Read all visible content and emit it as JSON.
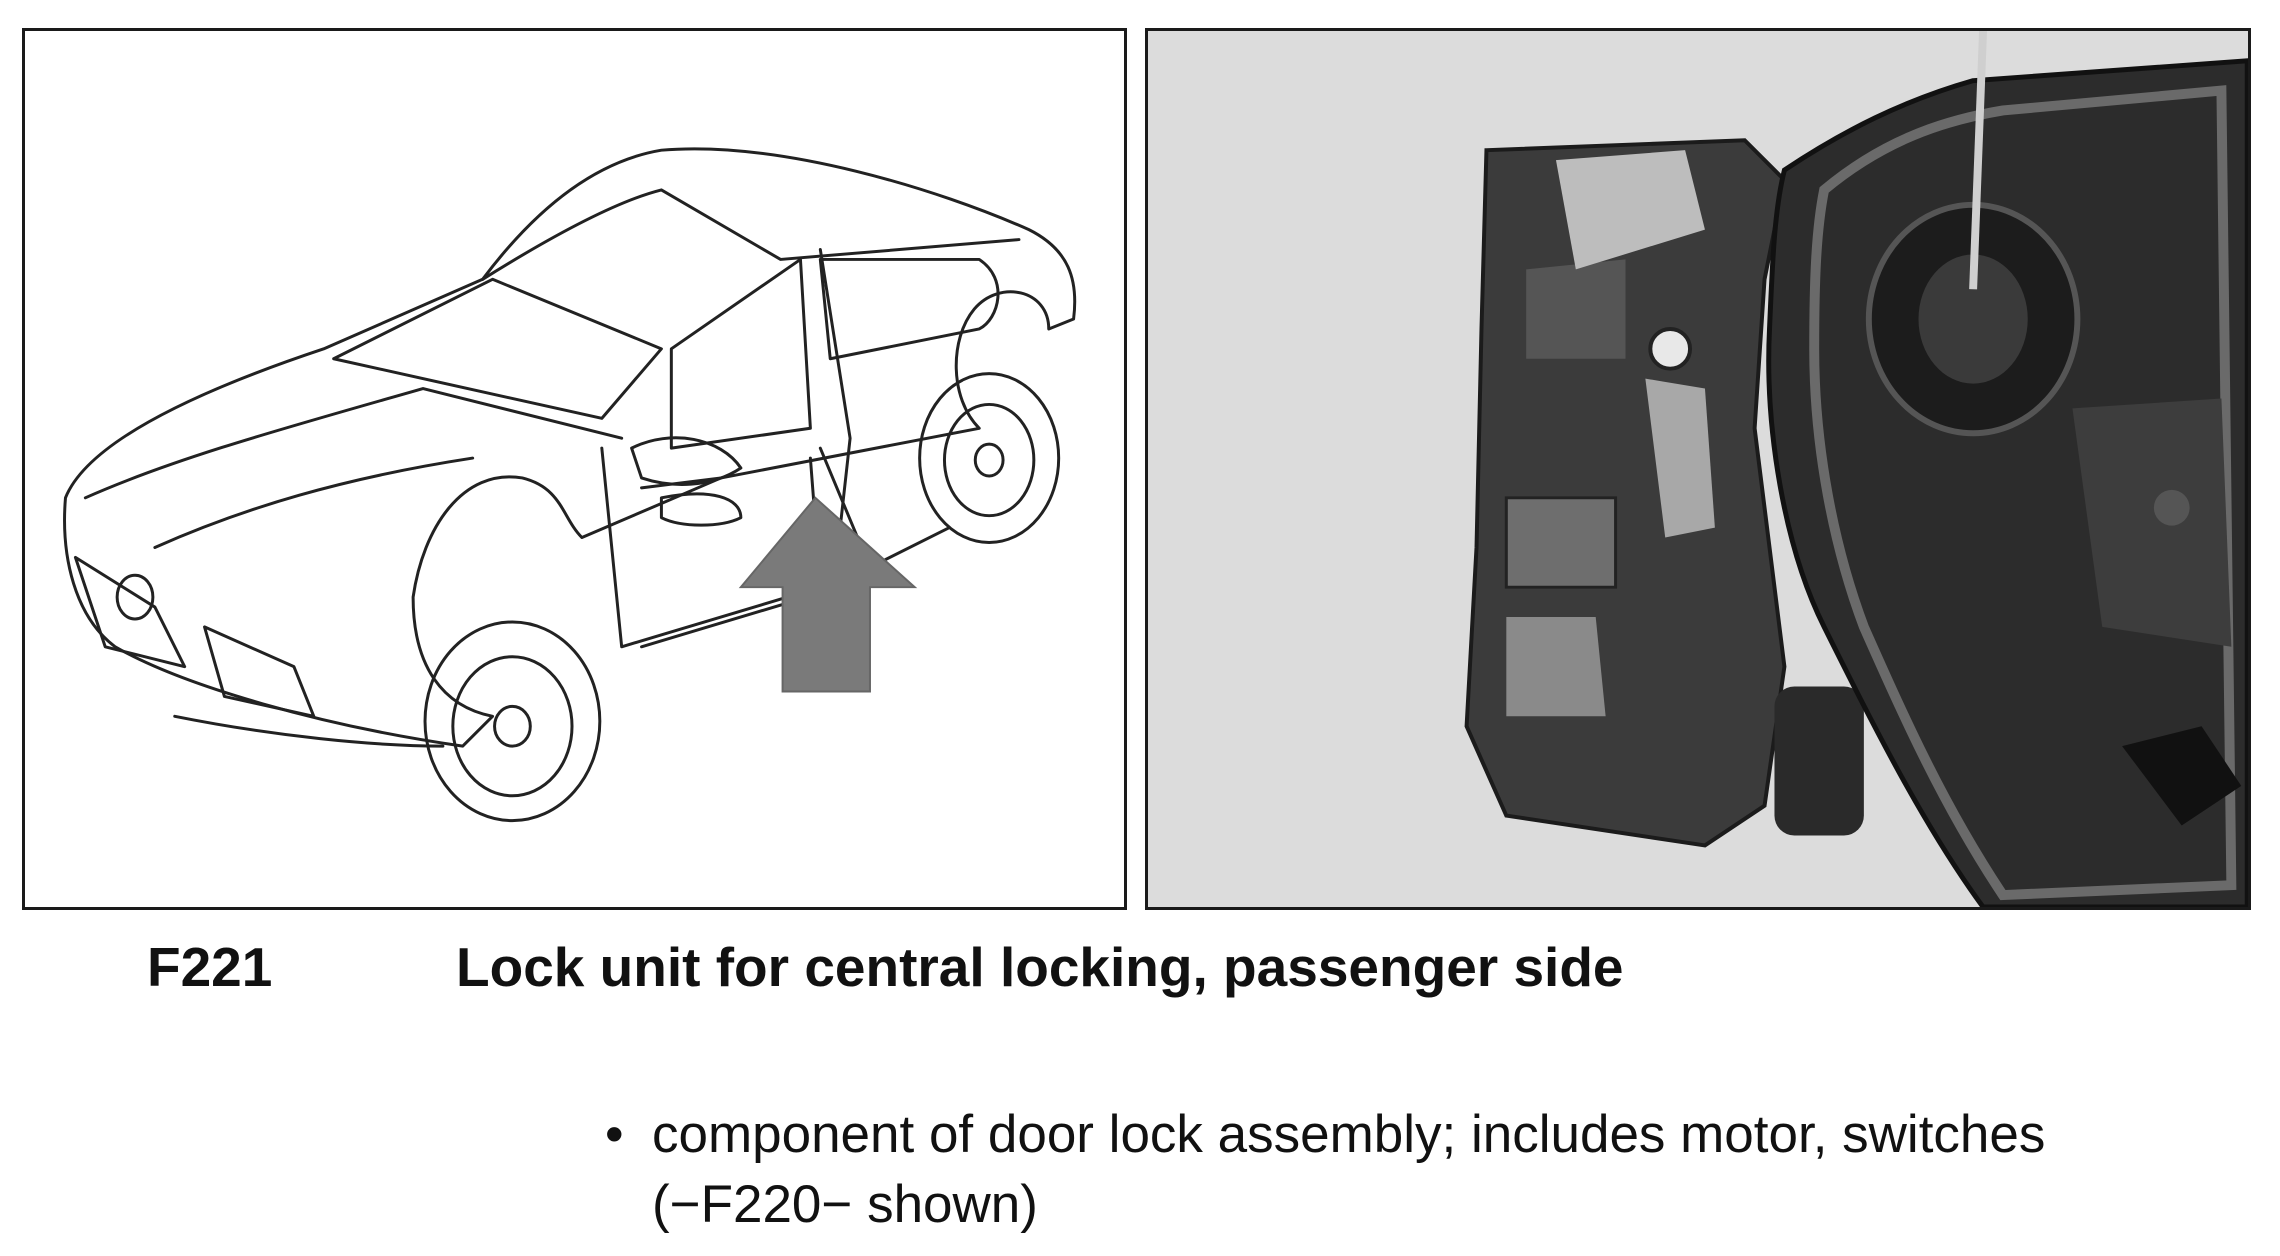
{
  "figure": {
    "left_image": "door-lock-location-illustration",
    "right_image": "door-lock-assembly-photo"
  },
  "caption": {
    "code": "F221",
    "title": "Lock unit for central locking, passenger side"
  },
  "notes": [
    {
      "bullet": "•",
      "text": "component of door lock assembly; includes motor, switches (−F220− shown)"
    }
  ],
  "colors": {
    "arrow": "#7a7a7a",
    "photo_background": "#dcdcdc",
    "border": "#1a1a1a"
  }
}
